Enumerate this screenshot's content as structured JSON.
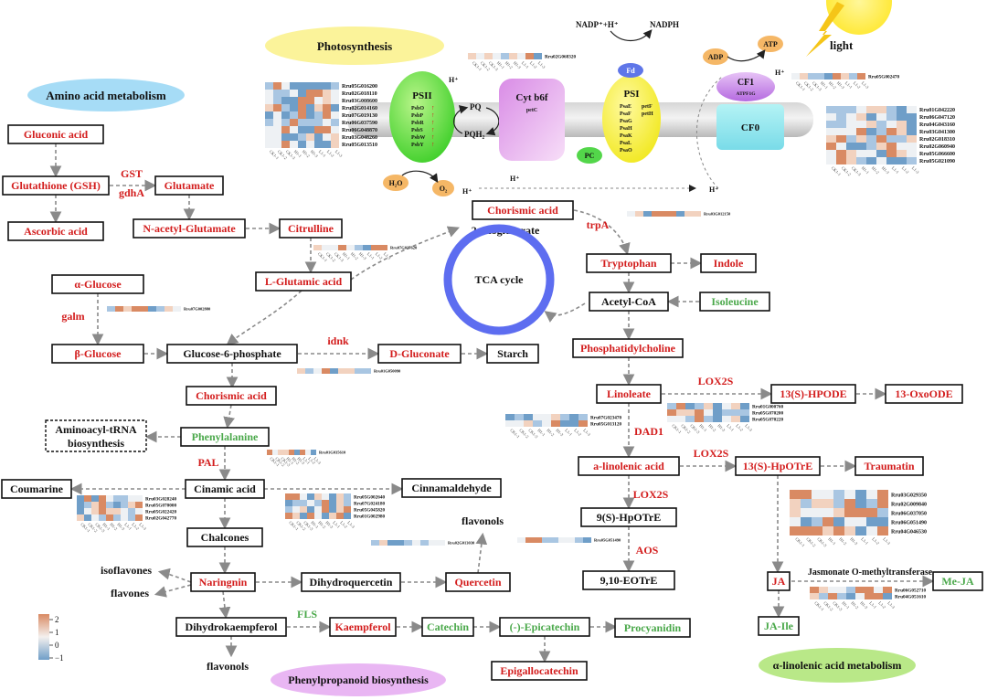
{
  "regions": {
    "photosynthesis": "Photosynthesis",
    "amino_acid": "Amino acid metabolism",
    "phenylpropanoid": "Phenylpropanoid biosynthesis",
    "linolenic": "α-linolenic acid metabolism",
    "light": "light",
    "tca": "TCA cycle"
  },
  "photo": {
    "psii": "PSII",
    "psii_genes": [
      "PsbO",
      "PsbP",
      "PsbR",
      "PsbS",
      "PsbW",
      "PsbY"
    ],
    "psi": "PSI",
    "psi_genes": [
      "PsaE",
      "PsaF",
      "PsaG",
      "PsaH",
      "PsaK",
      "PsaL",
      "PsaO"
    ],
    "psi_genes2": [
      "petF",
      "petH"
    ],
    "cytb6f": "Cyt b6f",
    "petc": "petC",
    "pq": "PQ",
    "pqh2": "PQH₂",
    "pc": "PC",
    "fd": "Fd",
    "cf1": "CF1",
    "atpf1g": "ATPF1G",
    "cf0": "CF0",
    "adp": "ADP",
    "atp": "ATP",
    "nadp": "NADP⁺+H⁺",
    "nadph": "NADPH",
    "h2o": "H₂O",
    "o2": "O₂",
    "hplus": "H⁺"
  },
  "enzymes": {
    "gst": "GST",
    "gdha": "gdhA",
    "galm": "galm",
    "idnk": "idnk",
    "pal": "PAL",
    "fls": "FLS",
    "trpa": "trpA",
    "lox2s_a": "LOX2S",
    "lox2s_b": "LOX2S",
    "lox2s_c": "LOX2S",
    "dad1": "DAD1",
    "aos": "AOS",
    "jmt": "Jasmonate O-methyltransferase"
  },
  "nodes": {
    "gluconic": "Gluconic acid",
    "gsh": "Glutathione (GSH)",
    "ascorbic": "Ascorbic acid",
    "glutamate": "Glutamate",
    "nacetyl": "N-acetyl-Glutamate",
    "citrulline": "Citrulline",
    "lglutamic": "L-Glutamic acid",
    "oxoglut": "2-oxoglutarate",
    "aglucose": "α-Glucose",
    "bglucose": "β-Glucose",
    "g6p": "Glucose-6-phosphate",
    "dgluconate": "D-Gluconate",
    "starch": "Starch",
    "chorismic1": "Chorismic acid",
    "chorismic2": "Chorismic acid",
    "trna1": "Aminoacyl-tRNA",
    "trna2": "biosynthesis",
    "phenylalanine": "Phenylalanine",
    "coumarine": "Coumarine",
    "cinamic": "Cinamic acid",
    "cinnamaldehyde": "Cinnamaldehyde",
    "chalcones": "Chalcones",
    "isoflavones": "isoflavones",
    "flavones": "flavones",
    "naringnin": "Naringnin",
    "dihydroquercetin": "Dihydroquercetin",
    "quercetin": "Quercetin",
    "flavonols_top": "flavonols",
    "dihydrokaempferol": "Dihydrokaempferol",
    "kaempferol": "Kaempferol",
    "catechin": "Catechin",
    "epicatechin": "(-)-Epicatechin",
    "procyanidin": "Procyanidin",
    "epigallocatechin": "Epigallocatechin",
    "flavonols_bottom": "flavonols",
    "tryptophan": "Tryptophan",
    "indole": "Indole",
    "acetylcoa": "Acetyl-CoA",
    "isoleucine": "Isoleucine",
    "phosphatidylcholine": "Phosphatidylcholine",
    "linoleate": "Linoleate",
    "hpode": "13(S)-HPODE",
    "oxoode": "13-OxoODE",
    "alinolenic": "a-linolenic acid",
    "hpotre13": "13(S)-HpOTrE",
    "traumatin": "Traumatin",
    "hpotre9": "9(S)-HpOTrE",
    "eotre": "9,10-EOTrE",
    "ja": "JA",
    "meja": "Me-JA",
    "jaile": "JA-Ile"
  },
  "heatmap_genes": {
    "psii": [
      "Rru05G016200",
      "Rru02G018110",
      "Rru03G008600",
      "Rru02G014160",
      "Rru07G019130",
      "Rru06G037590",
      "Rru06G048870",
      "Rru03G048260",
      "Rru05G013510"
    ],
    "cytb6f": [
      "Rru02G068320"
    ],
    "cf1": [
      "Rru05G002470"
    ],
    "cf0": [
      "Rru01G042220",
      "Rru06G047120",
      "Rru04G043160",
      "Rru03G041300",
      "Rru02G018310",
      "Rru02G060940",
      "Rru05G066600",
      "Rru05G021090"
    ],
    "trpa": [
      "Rru03G012150"
    ],
    "citrulline": [
      "Rru07G027620"
    ],
    "galm": [
      "Rru07G002880"
    ],
    "idnk": [
      "Rru01G050090"
    ],
    "pal": [
      "Rru01G035610"
    ],
    "coumarine": [
      "Rru03G028240",
      "Rru05G070000",
      "Rru05G022420",
      "Rru02G042770"
    ],
    "cinnamaldehyde": [
      "Rru05G002640",
      "Rru07G024180",
      "Rru05G045820",
      "Rru01G002980"
    ],
    "quercetin": [
      "Rru02G013030"
    ],
    "aos": [
      "Rru05G051490"
    ],
    "lox_linoleate": [
      "Rru01G000760",
      "Rru05G070200",
      "Rru05G070220"
    ],
    "dad1": [
      "Rru07G023470",
      "Rru05G013120"
    ],
    "lox2s": [
      "Rru03G029350",
      "Rru02G009840",
      "Rru06G037050",
      "Rru06G051490",
      "Rru04G046530"
    ],
    "jmt": [
      "Rru06G052710",
      "Rru04G051610"
    ]
  },
  "sample_labels": [
    "CK1-1",
    "CK1-2",
    "CK1-3",
    "H1-1",
    "H1-2",
    "H1-3",
    "L1-1",
    "L1-2",
    "L1-3"
  ],
  "legend": {
    "ticks": [
      "2",
      "1",
      "0",
      "−1"
    ],
    "high_color": "#d98a63",
    "mid_color": "#f4f0ee",
    "low_color": "#6f9ec8"
  }
}
